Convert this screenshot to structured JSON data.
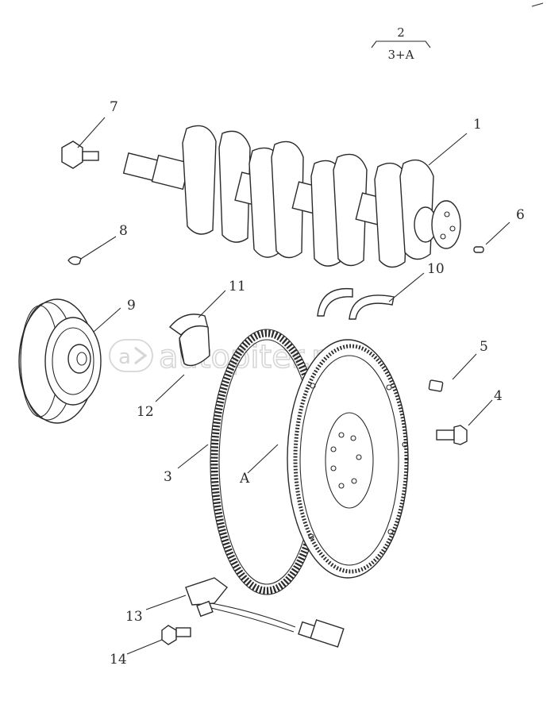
{
  "header_fraction": {
    "numerator": "2",
    "denominator": "3+A"
  },
  "watermark": {
    "text": "autopiter.ru"
  },
  "callouts": {
    "c1": "1",
    "c2": "2",
    "c3": "3",
    "c4": "4",
    "c5": "5",
    "c6": "6",
    "c7": "7",
    "c8": "8",
    "c9": "9",
    "c10": "10",
    "c11": "11",
    "c12": "12",
    "c13": "13",
    "c14": "14",
    "cA": "A"
  },
  "colors": {
    "line": "#2a2a2a",
    "watermark": "#d6d6d6",
    "background": "#ffffff"
  }
}
